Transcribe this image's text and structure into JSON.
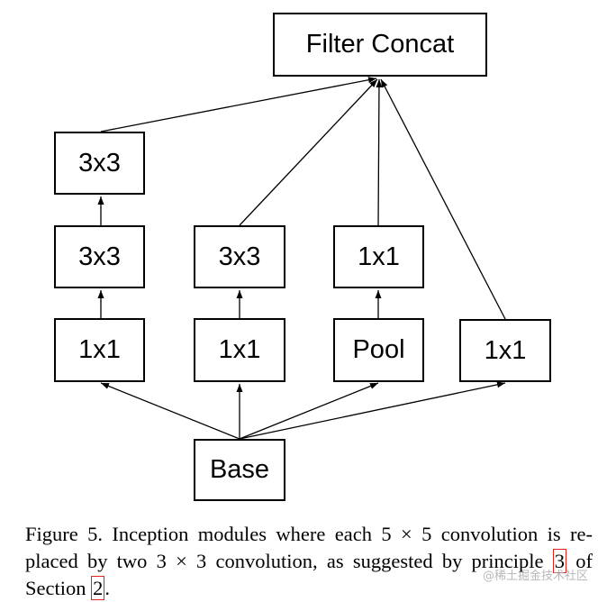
{
  "diagram": {
    "nodes": {
      "concat": "Filter Concat",
      "c1_top": "3x3",
      "c1_mid": "3x3",
      "c1_bot": "1x1",
      "c2_mid": "3x3",
      "c2_bot": "1x1",
      "c3_mid": "1x1",
      "c3_bot": "Pool",
      "c4_bot": "1x1",
      "base": "Base"
    },
    "edges": [
      [
        "base",
        "c1_bot"
      ],
      [
        "base",
        "c2_bot"
      ],
      [
        "base",
        "c3_bot"
      ],
      [
        "base",
        "c4_bot"
      ],
      [
        "c1_bot",
        "c1_mid"
      ],
      [
        "c1_mid",
        "c1_top"
      ],
      [
        "c2_bot",
        "c2_mid"
      ],
      [
        "c3_bot",
        "c3_mid"
      ],
      [
        "c1_top",
        "concat"
      ],
      [
        "c2_mid",
        "concat"
      ],
      [
        "c3_mid",
        "concat"
      ],
      [
        "c4_bot",
        "concat"
      ]
    ]
  },
  "caption": {
    "line1": "Figure 5. Inception modules where each 5 × 5 convolution is re-",
    "line2_pre": "placed by two 3 × 3 convolution, as suggested by principle",
    "ref_principle": "3",
    "line2_post": "of",
    "line3_pre": "Section",
    "ref_section": "2",
    "line3_post": "."
  },
  "watermark": "@稀土掘金技术社区",
  "colors": {
    "reference_box": "#e0241b",
    "stroke": "#000000"
  }
}
